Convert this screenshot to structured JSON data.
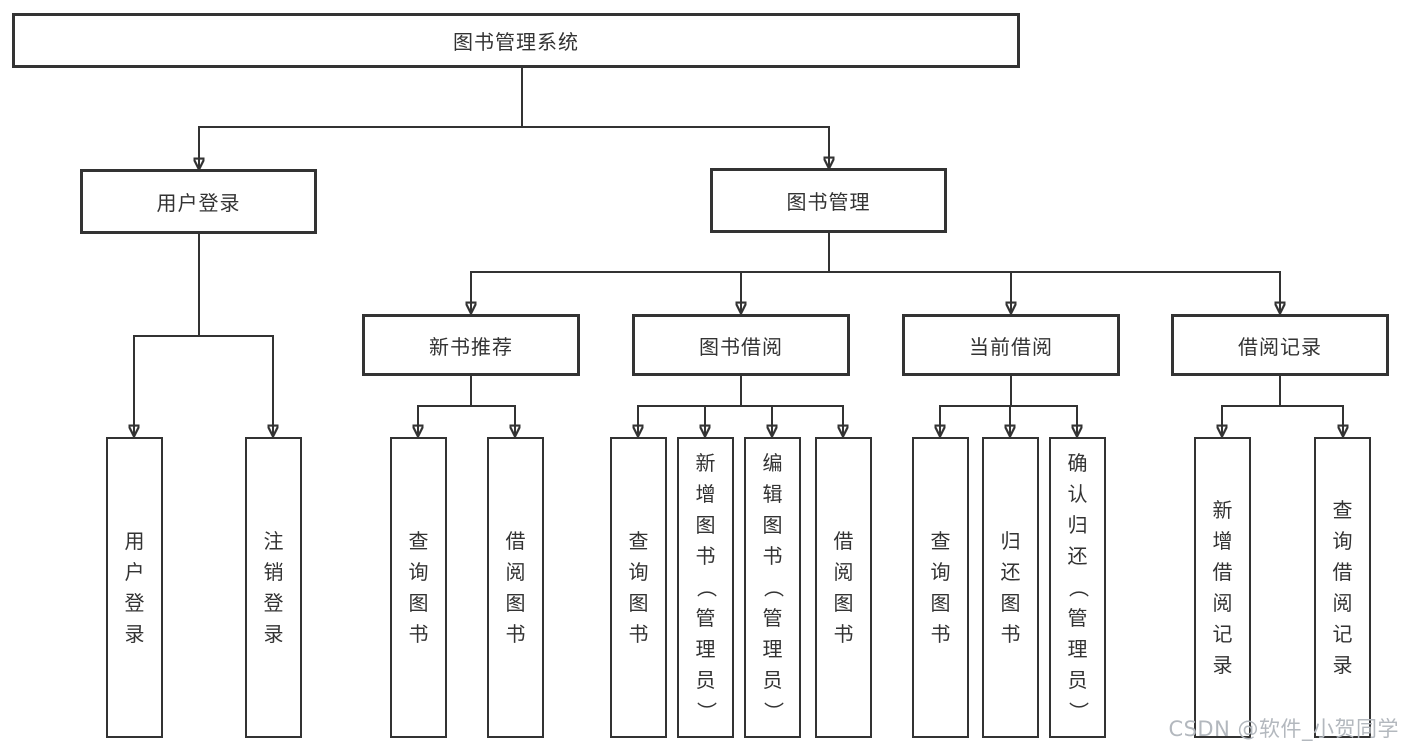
{
  "tree": {
    "root": "图书管理系统",
    "level2": [
      "用户登录",
      "图书管理"
    ],
    "level3": [
      "新书推荐",
      "图书借阅",
      "当前借阅",
      "借阅记录"
    ],
    "leaves_user_login": [
      "用户登录",
      "注销登录"
    ],
    "leaves_new_book": [
      "查询图书",
      "借阅图书"
    ],
    "leaves_book_borrow": [
      "查询图书",
      "新增图书（管理员）",
      "编辑图书（管理员）",
      "借阅图书"
    ],
    "leaves_current_borrow": [
      "查询图书",
      "归还图书",
      "确认归还（管理员）"
    ],
    "leaves_borrow_records": [
      "新增借阅记录",
      "查询借阅记录"
    ]
  },
  "watermark": "CSDN @软件_小贺同学",
  "colors": {
    "line": "#333333",
    "border": "#333333",
    "text": "#333333",
    "watermark": "#b3b8be",
    "bg": "#ffffff"
  }
}
